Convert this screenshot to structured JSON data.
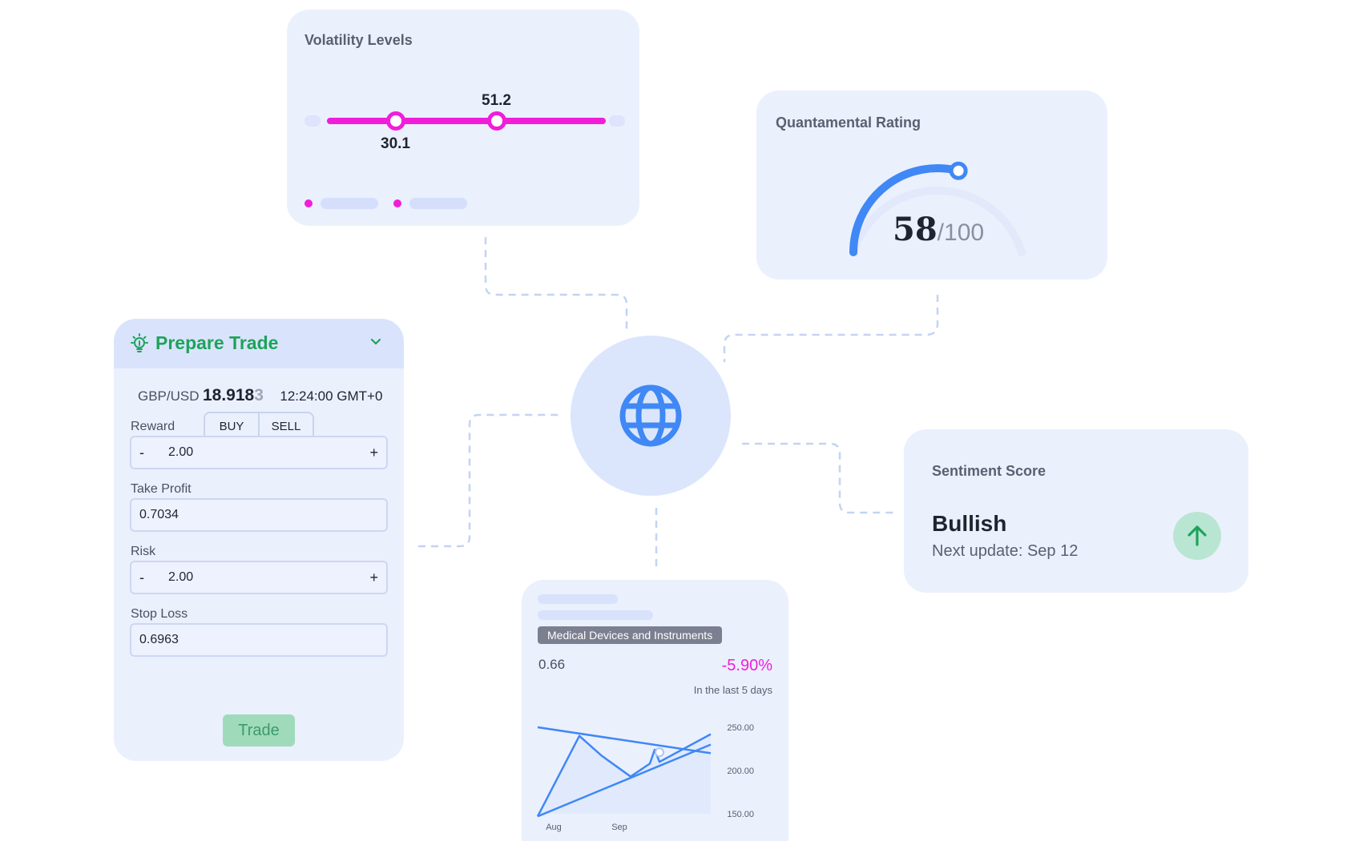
{
  "volatility": {
    "title": "Volatility Levels",
    "low_value": "30.1",
    "high_value": "51.2",
    "low_position": 0.3,
    "high_position": 0.6,
    "accent": "#f01ed9"
  },
  "quantamental": {
    "title": "Quantamental Rating",
    "score": "58",
    "separator_max": "/100",
    "score_value": 58,
    "max_value": 100,
    "accent": "#3f88f5"
  },
  "hub": {
    "icon": "globe-icon",
    "color": "#3f88f5"
  },
  "prepare_trade": {
    "title": "Prepare Trade",
    "icon": "lightbulb-icon",
    "pair": "GBP/USD",
    "price_main": "18.918",
    "price_last_digit": "3",
    "time": "12:24:00 GMT+0",
    "buy_label": "BUY",
    "sell_label": "SELL",
    "reward_label": "Reward",
    "reward_value": "2.00",
    "take_profit_label": "Take Profit",
    "take_profit_value": "0.7034",
    "risk_label": "Risk",
    "risk_value": "2.00",
    "stop_loss_label": "Stop Loss",
    "stop_loss_value": "0.6963",
    "minus_label": "-",
    "plus_label": "+",
    "trade_button": "Trade",
    "accent": "#1ea35a"
  },
  "sentiment": {
    "title": "Sentiment Score",
    "value": "Bullish",
    "next_update": "Next update: Sep 12",
    "icon": "arrow-up-icon",
    "accent": "#1ea35a"
  },
  "stock": {
    "sector": "Medical Devices and Instruments",
    "value": "0.66",
    "change": "-5.90%",
    "period": "In the last 5 days",
    "change_color": "#f01ed9"
  },
  "chart_data": {
    "type": "line",
    "x_tick_labels": [
      "Aug",
      "Sep"
    ],
    "y_tick_labels": [
      "250.00",
      "200.00",
      "150.00"
    ],
    "ylim": [
      150,
      250
    ],
    "series": [
      {
        "values": [
          147,
          240,
          217,
          193,
          208,
          224,
          210,
          242
        ]
      }
    ],
    "trendlines": [
      {
        "from": 250,
        "to": 220
      },
      {
        "from": 147,
        "to": 230
      }
    ]
  }
}
